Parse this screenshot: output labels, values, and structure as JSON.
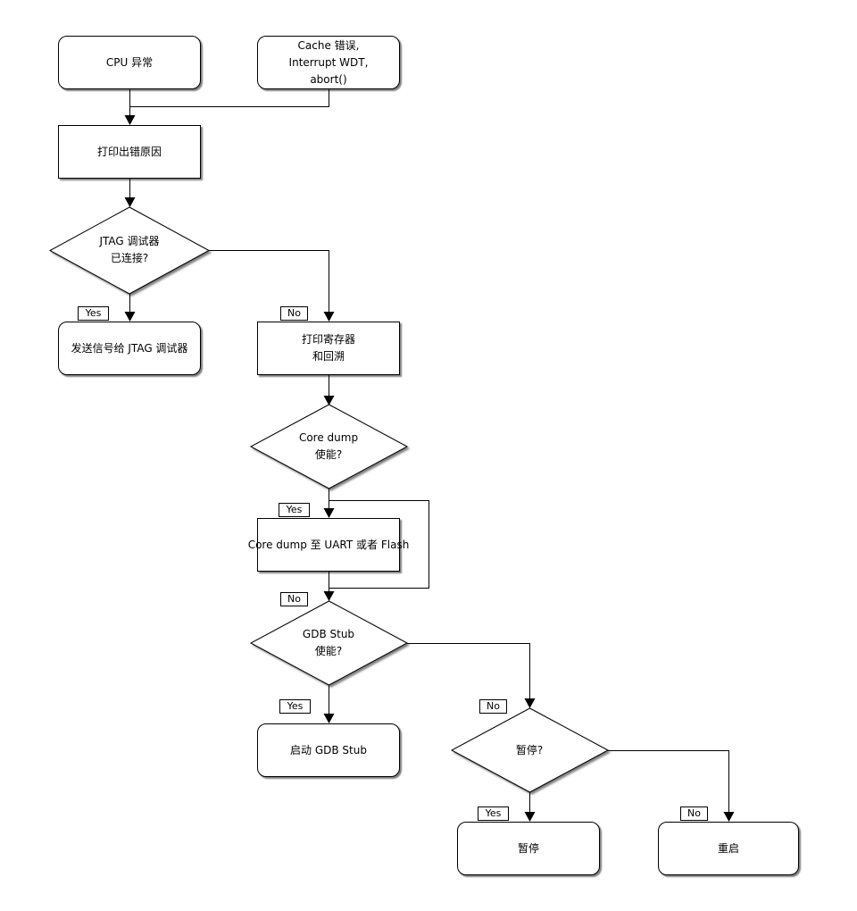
{
  "diagram": {
    "type": "flowchart",
    "language": "zh-CN",
    "colors": {
      "stroke": "#000000",
      "fill": "#ffffff",
      "shadow": "rgba(0,0,0,0.5)"
    },
    "nodes": {
      "cpu_exception": {
        "shape": "rounded-terminal",
        "lines": [
          "CPU 异常"
        ]
      },
      "cache_error": {
        "shape": "rounded-terminal",
        "lines": [
          "Cache 错误,",
          "Interrupt WDT,",
          "abort()"
        ]
      },
      "print_error_reason": {
        "shape": "process-rect",
        "lines": [
          "打印出错原因"
        ]
      },
      "jtag_connected": {
        "shape": "decision-diamond",
        "lines": [
          "JTAG 调试器",
          "已连接?"
        ]
      },
      "send_signal_jtag": {
        "shape": "rounded-terminal",
        "lines": [
          "发送信号给 JTAG 调试器"
        ]
      },
      "print_registers": {
        "shape": "process-rect",
        "lines": [
          "打印寄存器",
          "和回溯"
        ]
      },
      "coredump_enabled": {
        "shape": "decision-diamond",
        "lines": [
          "Core dump",
          "使能?"
        ]
      },
      "coredump_output": {
        "shape": "process-rect",
        "lines": [
          "Core dump 至 UART 或者 Flash"
        ]
      },
      "gdbstub_enabled": {
        "shape": "decision-diamond",
        "lines": [
          "GDB Stub",
          "使能?"
        ]
      },
      "start_gdbstub": {
        "shape": "rounded-terminal",
        "lines": [
          "启动 GDB Stub"
        ]
      },
      "halt_question": {
        "shape": "decision-diamond",
        "lines": [
          "暂停?"
        ]
      },
      "halt": {
        "shape": "rounded-terminal",
        "lines": [
          "暂停"
        ]
      },
      "reboot": {
        "shape": "rounded-terminal",
        "lines": [
          "重启"
        ]
      }
    },
    "edge_labels": {
      "yes": "Yes",
      "no": "No"
    }
  }
}
